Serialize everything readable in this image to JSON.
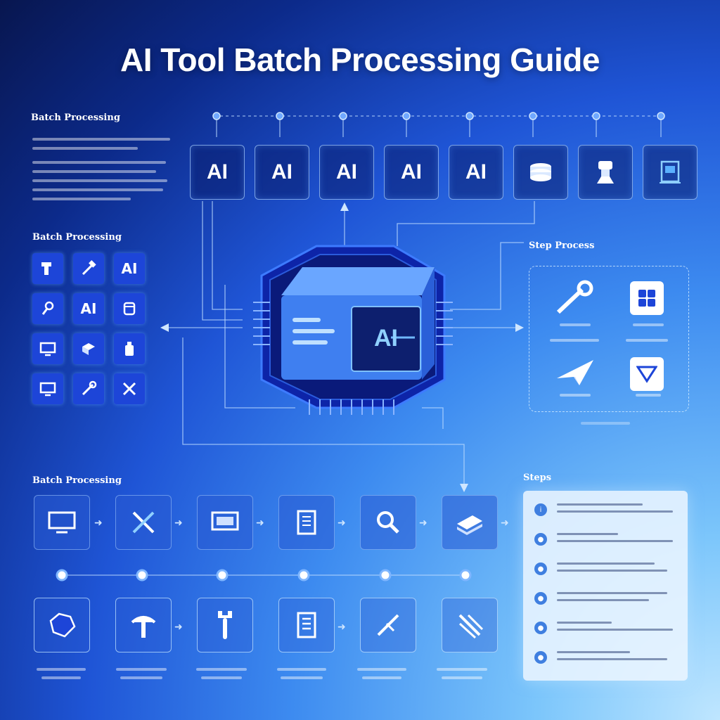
{
  "title": "AI Tool Batch Processing Guide",
  "sections": {
    "top_left": "Batch Processing",
    "mid_left": "Batch Processing",
    "bottom_left": "Batch Processing",
    "step_process": "Step Process",
    "steps": "Steps"
  },
  "top_tools": [
    "AI",
    "AI",
    "AI",
    "AI",
    "AI",
    "stack-icon",
    "robot-icon",
    "document-icon"
  ],
  "center_chip_label": "AI",
  "left_grid": [
    {
      "icon": "tool-icon",
      "label": ""
    },
    {
      "icon": "hammer-icon",
      "label": ""
    },
    {
      "icon": "ai-icon",
      "label": "AI"
    },
    {
      "icon": "brush-icon",
      "label": ""
    },
    {
      "icon": "ai-icon",
      "label": "AI"
    },
    {
      "icon": "cylinder-icon",
      "label": ""
    },
    {
      "icon": "monitor-icon",
      "label": ""
    },
    {
      "icon": "box-icon",
      "label": ""
    },
    {
      "icon": "bottle-icon",
      "label": ""
    },
    {
      "icon": "monitor-icon",
      "label": ""
    },
    {
      "icon": "wrench-icon",
      "label": ""
    },
    {
      "icon": "tools-icon",
      "label": ""
    }
  ],
  "process_tiles": [
    "wrench-icon",
    "grid-icon",
    "paper-plane-icon",
    "funnel-icon"
  ],
  "flow_row_1": [
    "monitor-icon",
    "cross-tools-icon",
    "window-icon",
    "document-icon",
    "magnifier-icon",
    "stack-icon"
  ],
  "flow_row_2": [
    "gem-icon",
    "hammer-icon",
    "wrench-icon",
    "document-icon",
    "pencil-icon",
    "tools-icon"
  ],
  "colors": {
    "accent": "#1d45d8",
    "glow": "#5ab0ff",
    "panel": "#eaf4ff"
  }
}
